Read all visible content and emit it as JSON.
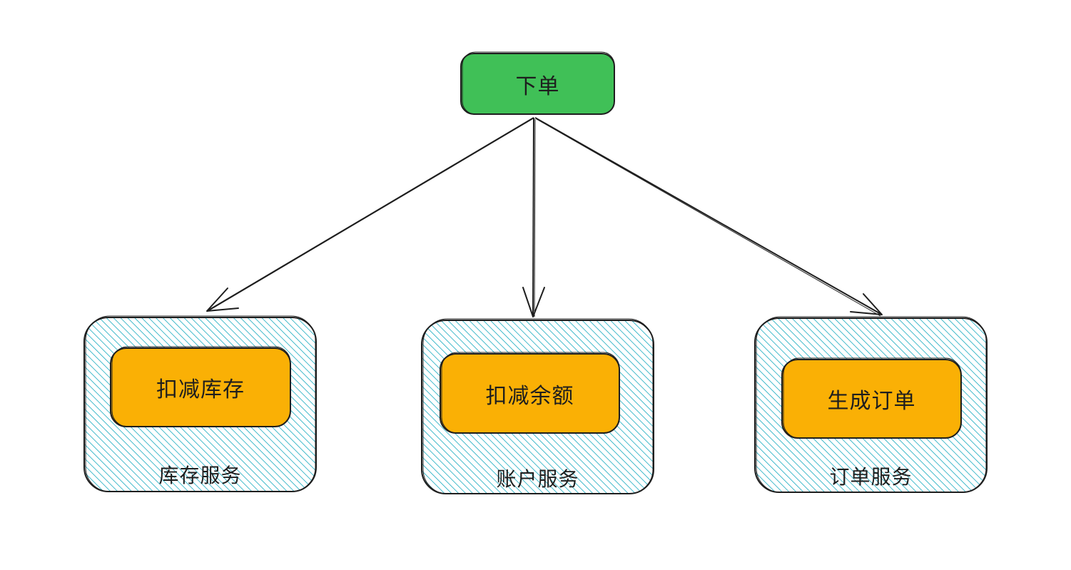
{
  "diagram": {
    "root": {
      "label": "下单",
      "color": "#40c057"
    },
    "services": [
      {
        "name": "库存服务",
        "action": "扣减库存"
      },
      {
        "name": "账户服务",
        "action": "扣减余额"
      },
      {
        "name": "订单服务",
        "action": "生成订单"
      }
    ],
    "colors": {
      "action_fill": "#fab005",
      "service_hatch": "#15aabf",
      "stroke": "#1e1e1e"
    }
  }
}
